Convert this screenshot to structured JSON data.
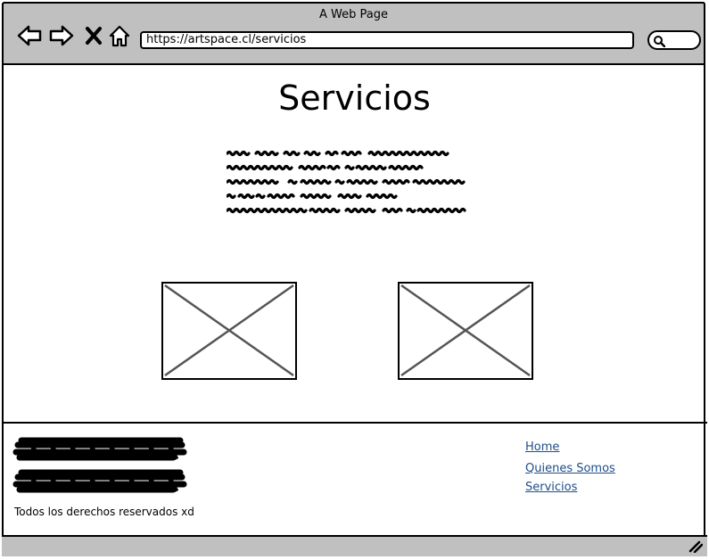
{
  "window": {
    "title": "A Web Page"
  },
  "browser": {
    "url": "https://artspace.cl/servicios"
  },
  "page": {
    "title": "Servicios"
  },
  "footer": {
    "copyright": "Todos los derechos reservados xd",
    "links": [
      {
        "label": "Home"
      },
      {
        "label": "Quienes Somos"
      },
      {
        "label": "Servicios"
      }
    ]
  },
  "colors": {
    "chrome": "#c0c0c0",
    "link": "#1d4e8a"
  }
}
